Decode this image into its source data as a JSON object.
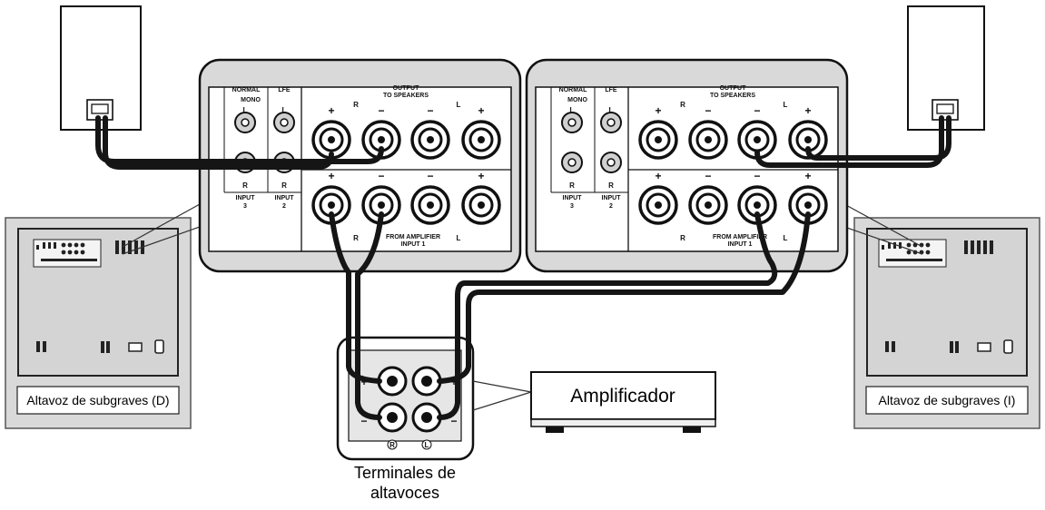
{
  "labels": {
    "subwoofer_right": "Altavoz de subgraves (D)",
    "subwoofer_left": "Altavoz de subgraves (I)",
    "amplifier": "Amplificador",
    "terminals_line1": "Terminales de",
    "terminals_line2": "altavoces"
  },
  "panel": {
    "normal": "NORMAL",
    "mono": "MONO",
    "lfe": "LFE",
    "output_line1": "OUTPUT",
    "output_line2": "TO SPEAKERS",
    "input3": "INPUT",
    "input3_num": "3",
    "input2": "INPUT",
    "input2_num": "2",
    "from_amp_left_panel": "FROM AMPLIFIER",
    "from_amp_right_panel": "FROM AMPLIFIER",
    "input1": "INPUT 1",
    "ch_right": "R",
    "ch_left": "L",
    "plus": "+",
    "minus": "−"
  },
  "colors": {
    "housing": "#d9d9d9",
    "panel": "#ffffff",
    "line": "#111111",
    "cable": "#151515"
  }
}
